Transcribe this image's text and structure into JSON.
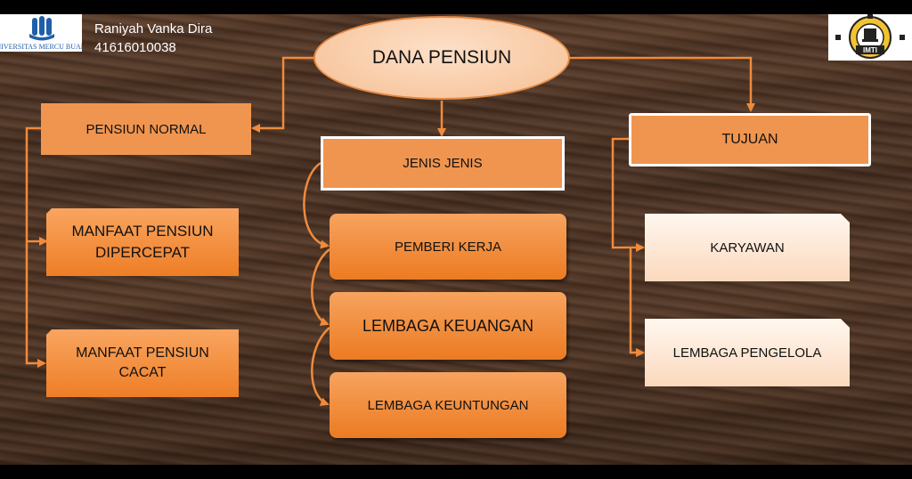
{
  "header": {
    "author_name": "Raniyah Vanka Dira",
    "author_id": "41616010038",
    "left_logo_text": "UNIVERSITAS MERCU BUANA",
    "right_logo_text": "IMTI"
  },
  "diagram": {
    "root": "DANA PENSIUN",
    "left": {
      "title": "PENSIUN NORMAL",
      "items": [
        "MANFAAT PENSIUN DIPERCEPAT",
        "MANFAAT PENSIUN CACAT"
      ]
    },
    "middle": {
      "title": "JENIS JENIS",
      "items": [
        "PEMBERI KERJA",
        "LEMBAGA KEUANGAN",
        "LEMBAGA KEUNTUNGAN"
      ]
    },
    "right": {
      "title": "TUJUAN",
      "items": [
        "KARYAWAN",
        "LEMBAGA PENGELOLA"
      ]
    }
  },
  "colors": {
    "connector": "#f08a3c",
    "node_orange": "#f0954f",
    "background_wood": "#4a3224"
  }
}
